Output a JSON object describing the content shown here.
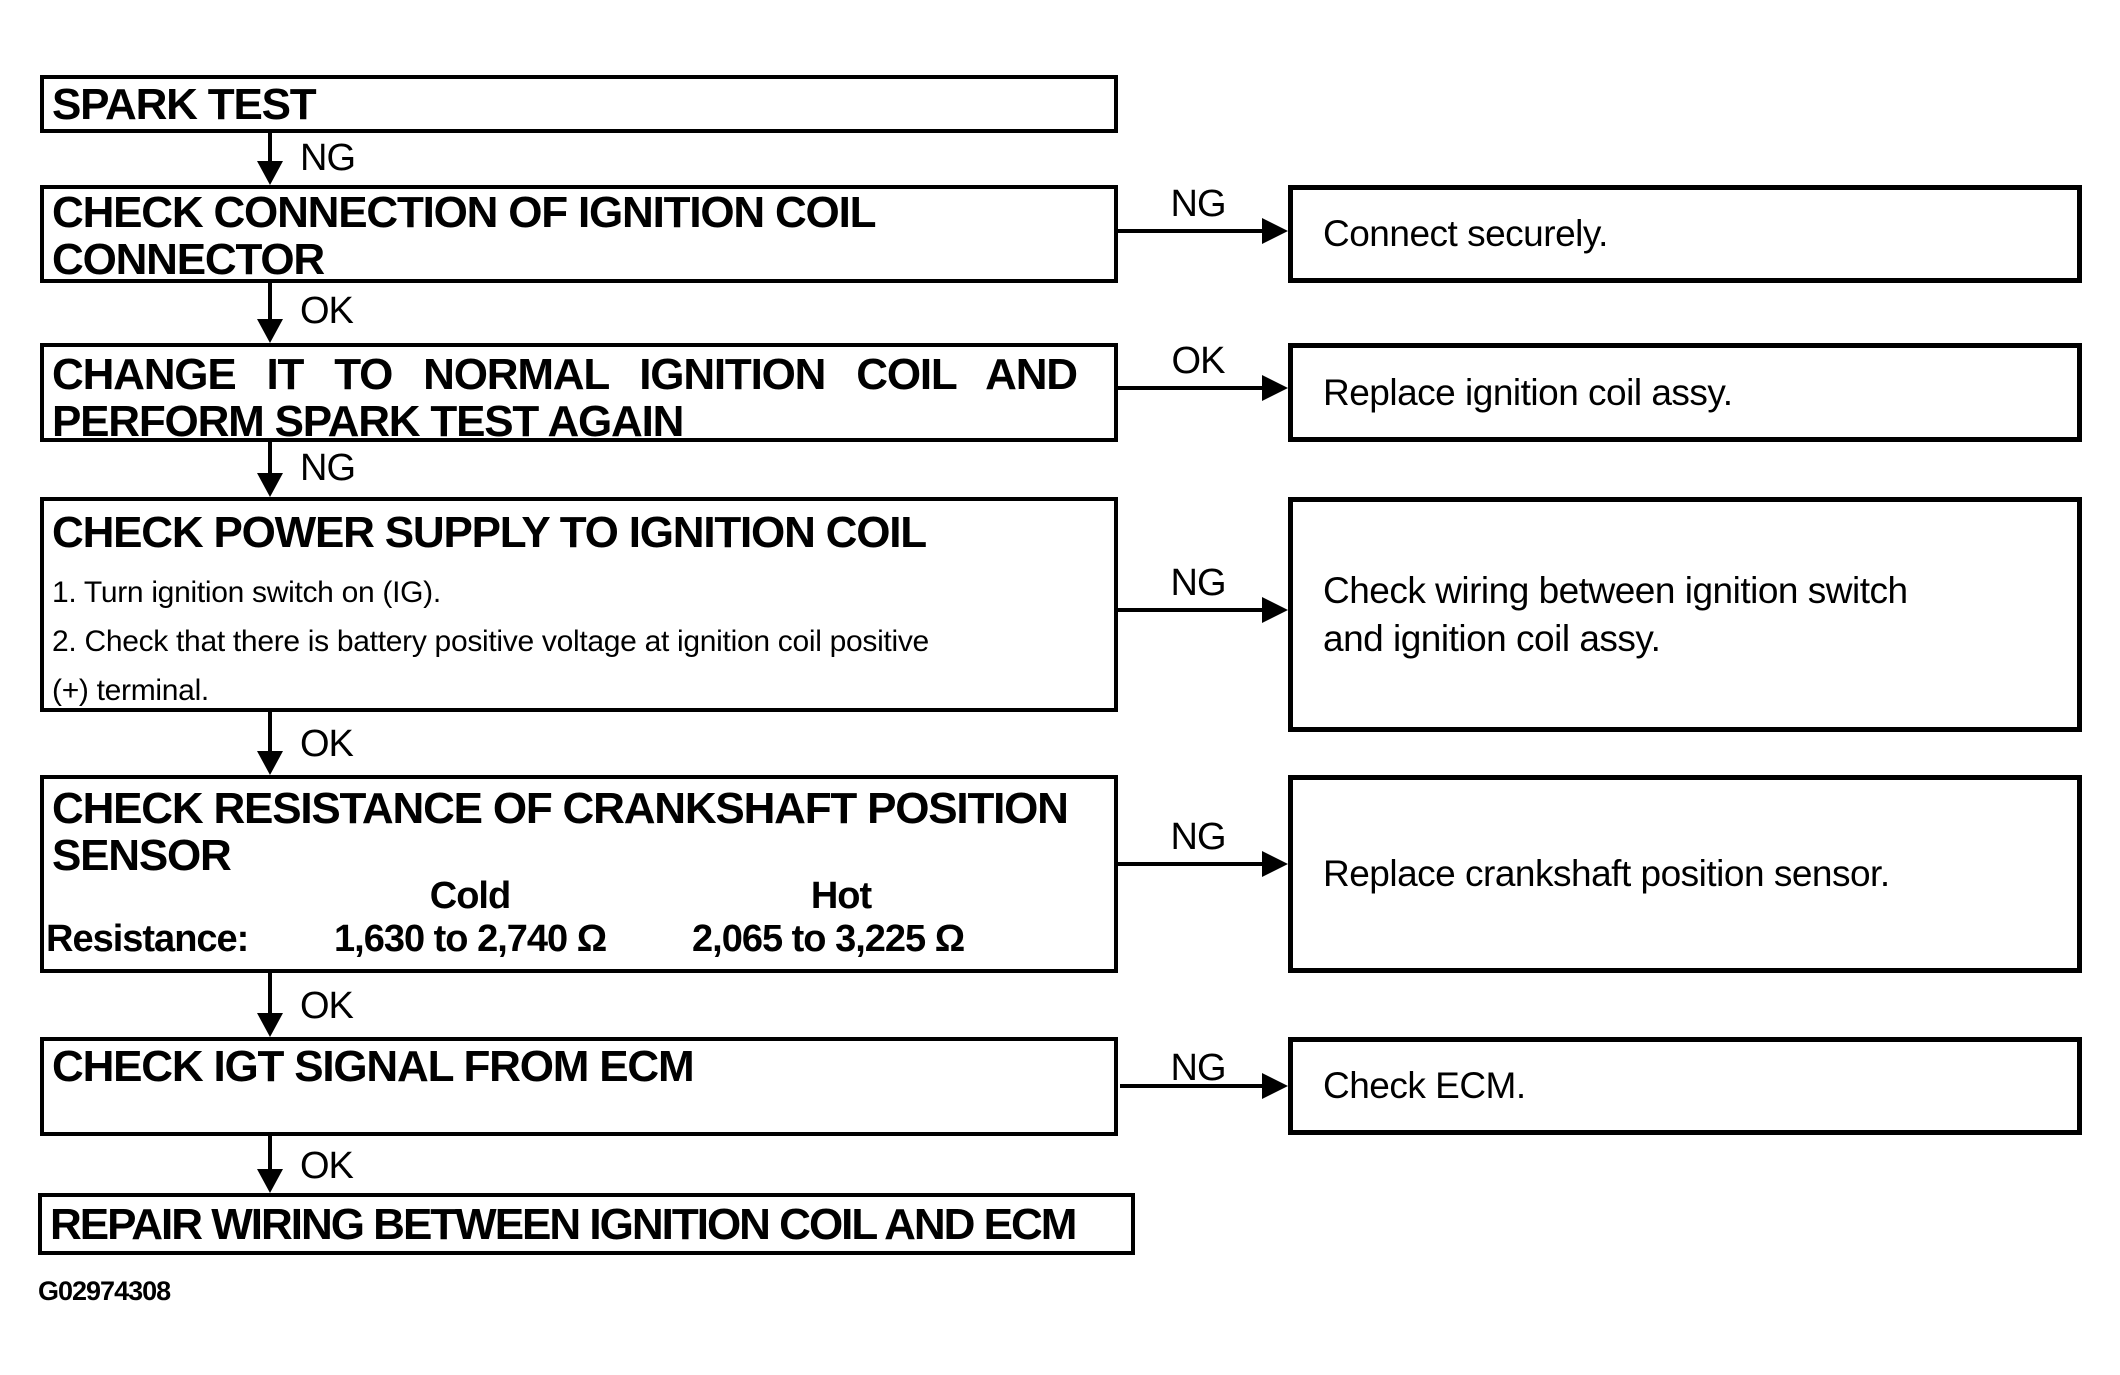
{
  "figure_id": "G02974308",
  "nodes": {
    "spark_test": {
      "lines": [
        "SPARK TEST"
      ]
    },
    "check_connection": {
      "lines": [
        "CHECK CONNECTION OF IGNITION COIL",
        "CONNECTOR"
      ]
    },
    "change_coil": {
      "lines": [
        "CHANGE IT TO NORMAL IGNITION COIL AND",
        "PERFORM SPARK TEST AGAIN"
      ]
    },
    "check_power_supply": {
      "title": "CHECK POWER SUPPLY TO IGNITION COIL",
      "steps": [
        "1. Turn ignition switch on (IG).",
        "2. Check that there is battery positive voltage at ignition coil positive",
        "(+) terminal."
      ]
    },
    "check_resistance": {
      "lines": [
        "CHECK RESISTANCE OF CRANKSHAFT POSITION",
        "SENSOR"
      ],
      "cold_header": "Cold",
      "hot_header": "Hot",
      "resistance_label": "Resistance:",
      "cold_value": "1,630 to 2,740 Ω",
      "hot_value": "2,065 to 3,225 Ω"
    },
    "check_igt": {
      "lines": [
        "CHECK IGT SIGNAL FROM ECM"
      ]
    },
    "repair_wiring": {
      "lines": [
        "REPAIR WIRING BETWEEN IGNITION COIL AND ECM"
      ]
    }
  },
  "results": {
    "connect_securely": {
      "lines": [
        "Connect securely."
      ]
    },
    "replace_coil": {
      "lines": [
        "Replace ignition coil assy."
      ]
    },
    "check_wiring": {
      "lines": [
        "Check wiring between ignition switch",
        "and ignition coil assy."
      ]
    },
    "replace_sensor": {
      "lines": [
        "Replace crankshaft position sensor."
      ]
    },
    "check_ecm": {
      "lines": [
        "Check ECM."
      ]
    }
  },
  "edges": {
    "spark_to_check_connection": "NG",
    "check_connection_to_change_coil": "OK",
    "check_connection_to_connect_securely": "NG",
    "change_coil_to_check_power": "NG",
    "change_coil_to_replace_coil": "OK",
    "check_power_to_check_resistance": "OK",
    "check_power_to_check_wiring": "NG",
    "check_resistance_to_check_igt": "OK",
    "check_resistance_to_replace_sensor": "NG",
    "check_igt_to_repair_wiring": "OK",
    "check_igt_to_check_ecm": "NG"
  }
}
